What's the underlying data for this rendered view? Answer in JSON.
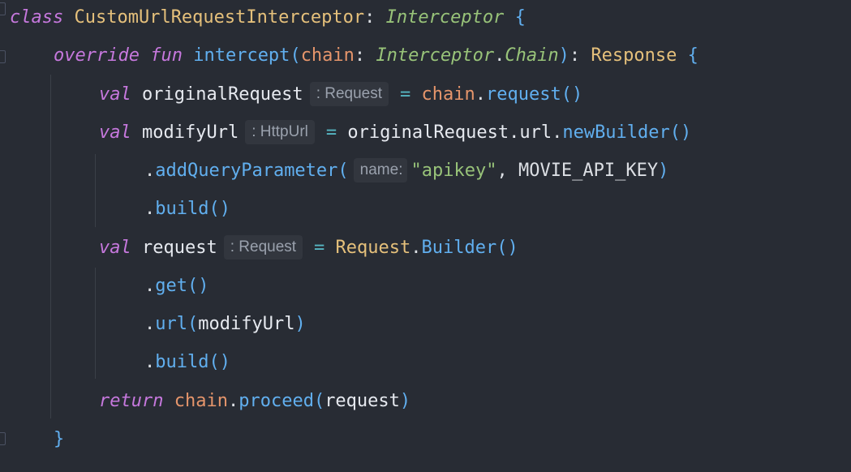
{
  "code": {
    "line1": {
      "kw": "class",
      "class_name": "CustomUrlRequestInterceptor",
      "colon": ":",
      "iface": "Interceptor",
      "brace": "{"
    },
    "line2": {
      "kw1": "override",
      "kw2": "fun",
      "fn": "intercept",
      "lp": "(",
      "param": "chain",
      "colon": ":",
      "type1": "Interceptor",
      "dot": ".",
      "type2": "Chain",
      "rp": ")",
      "colon2": ":",
      "ret": "Response",
      "brace": "{"
    },
    "line3": {
      "kw": "val",
      "name": "originalRequest",
      "hint": ": Request",
      "eq": "=",
      "obj": "chain",
      "dot": ".",
      "fn": "request",
      "parens": "()"
    },
    "line4": {
      "kw": "val",
      "name": "modifyUrl",
      "hint": ": HttpUrl",
      "eq": "=",
      "obj": "originalRequest.url",
      "dot": ".",
      "fn": "newBuilder",
      "parens": "()"
    },
    "line5": {
      "dot": ".",
      "fn": "addQueryParameter",
      "lp": "(",
      "hint": "name:",
      "str": "\"apikey\"",
      "comma": ",",
      "const": "MOVIE_API_KEY",
      "rp": ")"
    },
    "line6": {
      "dot": ".",
      "fn": "build",
      "parens": "()"
    },
    "line7": {
      "kw": "val",
      "name": "request",
      "hint": ": Request",
      "eq": "=",
      "cls": "Request",
      "dot": ".",
      "fn": "Builder",
      "parens": "()"
    },
    "line8": {
      "dot": ".",
      "fn": "get",
      "parens": "()"
    },
    "line9": {
      "dot": ".",
      "fn": "url",
      "lp": "(",
      "arg": "modifyUrl",
      "rp": ")"
    },
    "line10": {
      "dot": ".",
      "fn": "build",
      "parens": "()"
    },
    "line11": {
      "kw": "return",
      "obj": "chain",
      "dot": ".",
      "fn": "proceed",
      "lp": "(",
      "arg": "request",
      "rp": ")"
    },
    "line12": {
      "brace": "}"
    }
  },
  "colors": {
    "background": "#282c34",
    "keyword": "#c678dd",
    "class": "#e5c07b",
    "function": "#61afef",
    "string": "#98c379",
    "parameter": "#e5956b"
  }
}
